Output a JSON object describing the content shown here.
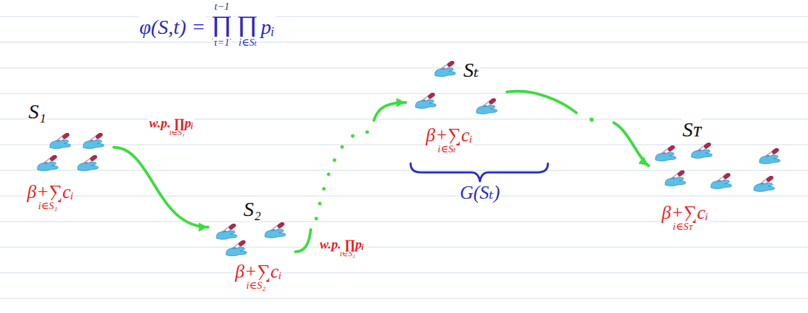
{
  "diagram": {
    "nodes": [
      {
        "text": [
          "S₁",
          "β+∑cᵢ",
          "i∈S₁"
        ]
      },
      {
        "text": [
          "S₂",
          "β+∑cᵢ",
          "i∈S₂"
        ]
      },
      {
        "text": [
          "Sₜ",
          "β+∑cᵢ",
          "i∈Sₜ"
        ]
      },
      {
        "text": [
          "Sᴛ",
          "β+∑cᵢ",
          "i∈Sᴛ"
        ]
      }
    ],
    "edges": [
      {
        "from": 0,
        "to": 1,
        "arrow": "to",
        "label": "w.p. ∏pᵢ"
      },
      {
        "from": 1,
        "to": 2,
        "arrow": "to",
        "label": "w.p. ∏pᵢ"
      },
      {
        "from": 2,
        "to": 3,
        "arrow": "to"
      }
    ],
    "labels": [
      "t−1",
      "φ(S,t) =",
      "∏",
      "∏",
      "pᵢ",
      "τ=1",
      "i∈Sₜ",
      "i∈S₁",
      "i∈S₂",
      "G(Sₜ)"
    ]
  }
}
